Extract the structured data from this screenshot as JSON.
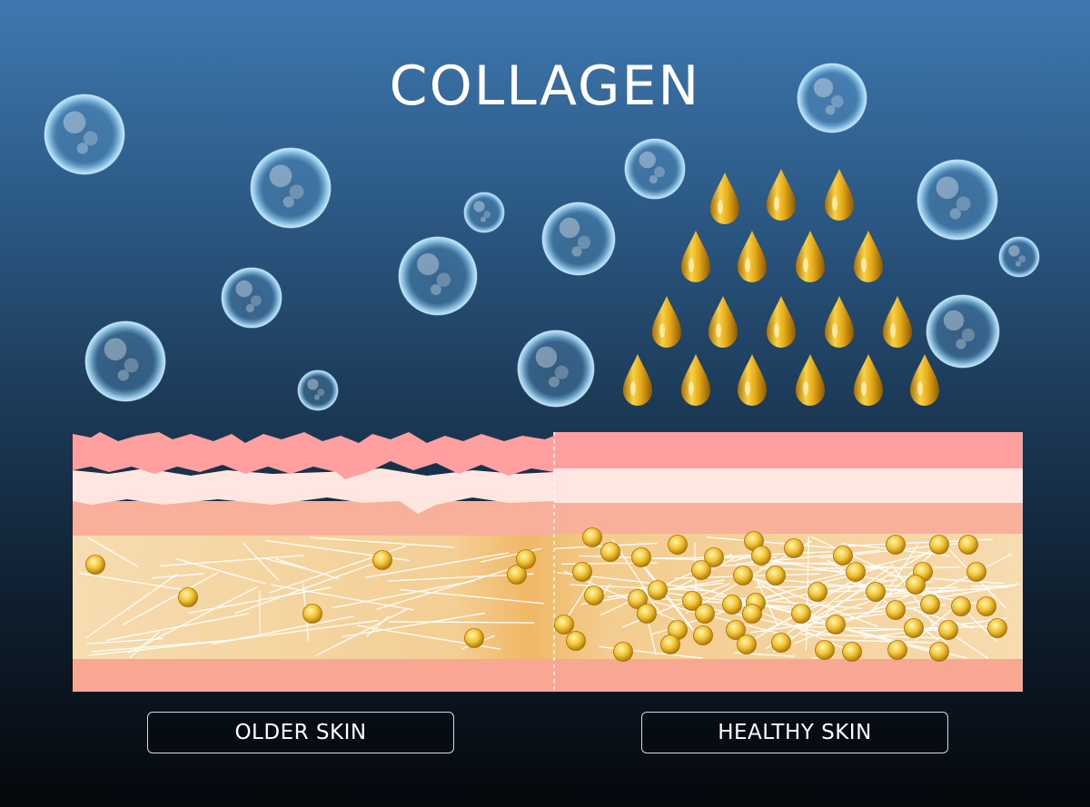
{
  "title": "COLLAGEN",
  "labels": {
    "older": "OLDER SKIN",
    "healthy": "HEALTHY SKIN"
  },
  "colors": {
    "background_top": "#3f78b0",
    "background_bottom": "#05080c",
    "epidermis": "#ff9f9f",
    "dermis_light": "#ffe6e0",
    "dermis_mid": "#f8b09a",
    "collagen_layer": "#f5d8a6",
    "base_layer": "#f8a892",
    "collagen_dot": "#e8a81c",
    "droplet": "#e0a314"
  },
  "icons": [
    "bubble-icon",
    "collagen-droplet-icon",
    "collagen-dot-icon"
  ]
}
